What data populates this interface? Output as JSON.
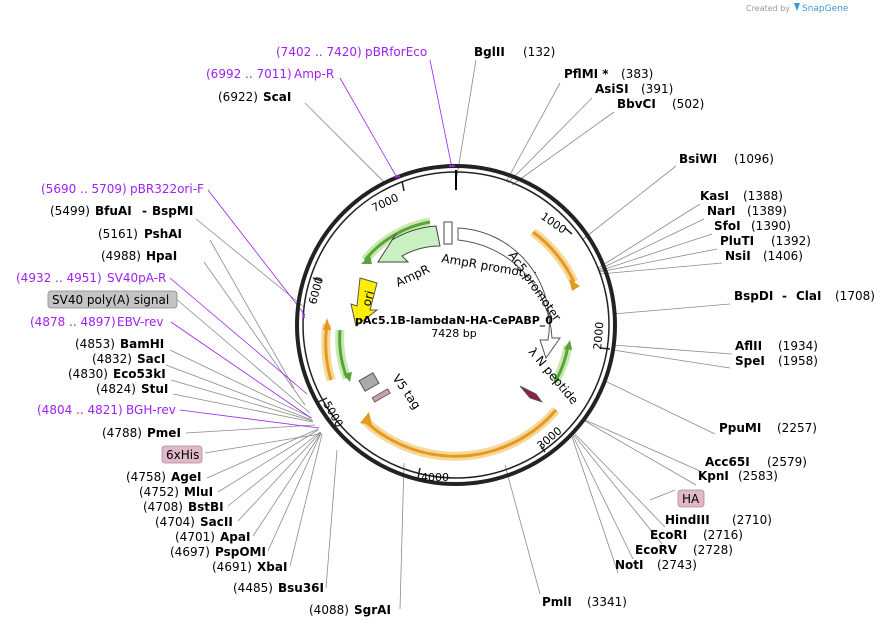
{
  "header": {
    "credit": "Created by",
    "brand": "SnapGene"
  },
  "plasmid": {
    "name": "pAc5.1B-lambdaN-HA-CePABP_0",
    "size": "7428 bp"
  },
  "ticks": [
    "1000",
    "2000",
    "3000",
    "4000",
    "5000",
    "6000",
    "7000"
  ],
  "features": {
    "ampr": "AmpR",
    "ampr_promoter": "AmpR promoter",
    "ac5_promoter": "Ac5 promoter",
    "ori": "ori",
    "v5_tag": "V5 tag",
    "lambda_n": "λ N peptide"
  },
  "sites_right": [
    {
      "name": "BglII",
      "pos": "(132)"
    },
    {
      "name": "PflMI *",
      "pos": "(383)"
    },
    {
      "name": "AsiSI",
      "pos": "(391)"
    },
    {
      "name": "BbvCI",
      "pos": "(502)"
    },
    {
      "name": "BsiWI",
      "pos": "(1096)"
    },
    {
      "name": "KasI",
      "pos": "(1388)"
    },
    {
      "name": "NarI",
      "pos": "(1389)"
    },
    {
      "name": "SfoI",
      "pos": "(1390)"
    },
    {
      "name": "PluTI",
      "pos": "(1392)"
    },
    {
      "name": "NsiI",
      "pos": "(1406)"
    },
    {
      "name": "BspDI",
      "pos": "(1708)",
      "alt": "ClaI"
    },
    {
      "name": "AflII",
      "pos": "(1934)"
    },
    {
      "name": "SpeI",
      "pos": "(1958)"
    },
    {
      "name": "PpuMI",
      "pos": "(2257)"
    },
    {
      "name": "Acc65I",
      "pos": "(2579)"
    },
    {
      "name": "KpnI",
      "pos": "(2583)"
    },
    {
      "name": "HindIII",
      "pos": "(2710)"
    },
    {
      "name": "EcoRI",
      "pos": "(2716)"
    },
    {
      "name": "EcoRV",
      "pos": "(2728)"
    },
    {
      "name": "NotI",
      "pos": "(2743)"
    },
    {
      "name": "PmlI",
      "pos": "(3341)"
    }
  ],
  "sites_left": [
    {
      "name": "ScaI",
      "pos": "(6922)"
    },
    {
      "name": "BfuAI",
      "pos": "(5499)",
      "alt": "BspMI"
    },
    {
      "name": "PshAI",
      "pos": "(5161)"
    },
    {
      "name": "HpaI",
      "pos": "(4988)"
    },
    {
      "name": "BamHI",
      "pos": "(4853)"
    },
    {
      "name": "SacI",
      "pos": "(4832)"
    },
    {
      "name": "Eco53kI",
      "pos": "(4830)"
    },
    {
      "name": "StuI",
      "pos": "(4824)"
    },
    {
      "name": "PmeI",
      "pos": "(4788)"
    },
    {
      "name": "AgeI",
      "pos": "(4758)"
    },
    {
      "name": "MluI",
      "pos": "(4752)"
    },
    {
      "name": "BstBI",
      "pos": "(4708)"
    },
    {
      "name": "SacII",
      "pos": "(4704)"
    },
    {
      "name": "ApaI",
      "pos": "(4701)"
    },
    {
      "name": "PspOMI",
      "pos": "(4697)"
    },
    {
      "name": "XbaI",
      "pos": "(4691)"
    },
    {
      "name": "Bsu36I",
      "pos": "(4485)"
    },
    {
      "name": "SgrAI",
      "pos": "(4088)"
    }
  ],
  "primers": [
    {
      "range": "(7402 .. 7420)",
      "name": "pBRforEco"
    },
    {
      "range": "(6992 .. 7011)",
      "name": "Amp-R"
    },
    {
      "range": "(5690 .. 5709)",
      "name": "pBR322ori-F"
    },
    {
      "range": "(4932 .. 4951)",
      "name": "SV40pA-R"
    },
    {
      "range": "(4878 .. 4897)",
      "name": "EBV-rev"
    },
    {
      "range": "(4804 .. 4821)",
      "name": "BGH-rev"
    }
  ],
  "boxed": {
    "sv40": "SV40 poly(A) signal",
    "his": "6xHis",
    "ha": "HA"
  },
  "colors": {
    "primer": "#a020f0",
    "backbone": "#222222",
    "green_arrow": "#7ec850",
    "orange_arrow": "#f0a030",
    "ha_box": "#e8b4c8",
    "sv40_box": "#c0c0c0",
    "ori": "#ffee00"
  }
}
